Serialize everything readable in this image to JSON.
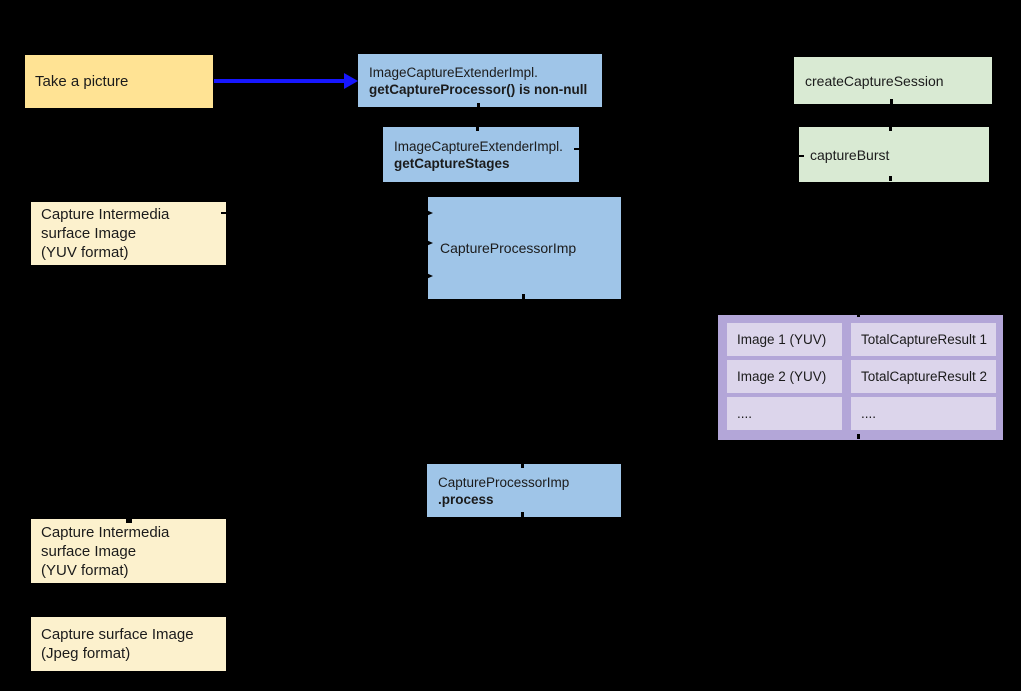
{
  "diagram": {
    "background": "#000000",
    "colors": {
      "warm_yellow": "#FFE394",
      "cream_yellow": "#FCF1CD",
      "light_blue": "#9FC5E8",
      "light_green": "#D9EAD3",
      "purple_outer": "#B3A6D8",
      "purple_cell": "#DCD5EB",
      "arrow_blue": "#1717FF",
      "text": "#1b1b1b"
    },
    "nodes": {
      "take_picture": {
        "label": "Take a picture"
      },
      "get_capture_processor": {
        "line1": "ImageCaptureExtenderImpl.",
        "line2": "getCaptureProcessor() is non-null"
      },
      "get_capture_stages": {
        "line1": "ImageCaptureExtenderImpl.",
        "line2": "getCaptureStages"
      },
      "create_capture_session": {
        "label": "createCaptureSession"
      },
      "capture_burst": {
        "label": "captureBurst"
      },
      "capture_intermedia_top": {
        "text": "Capture Intermedia\nsurface Image\n(YUV format)"
      },
      "capture_processor": {
        "label": "CaptureProcessorImp"
      },
      "capture_processor_process": {
        "line1": "CaptureProcessorImp",
        "line2": ".process"
      },
      "capture_intermedia_bottom": {
        "text": "Capture Intermedia\nsurface Image\n(YUV format)"
      },
      "capture_surface_jpeg": {
        "text": "Capture surface Image\n(Jpeg format)"
      }
    },
    "table": {
      "rows": [
        {
          "left": "Image 1 (YUV)",
          "right": "TotalCaptureResult 1"
        },
        {
          "left": "Image 2 (YUV)",
          "right": "TotalCaptureResult 2"
        },
        {
          "left": "....",
          "right": "...."
        }
      ]
    }
  }
}
